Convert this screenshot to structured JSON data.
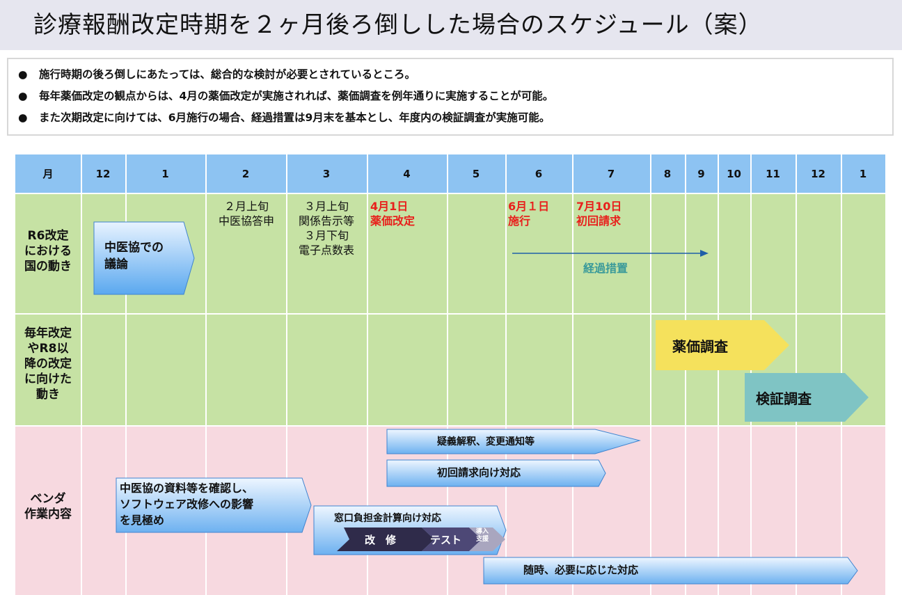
{
  "title": "診療報酬改定時期を２ヶ月後ろ倒しした場合のスケジュール（案）",
  "bullets": [
    "施行時期の後ろ倒しにあたっては、総合的な検討が必要とされているところ。",
    "毎年薬価改定の観点からは、4月の薬価改定が実施されれば、薬価調査を例年通りに実施することが可能。",
    "また次期改定に向けては、6月施行の場合、経過措置は9月末を基本とし、年度内の検証調査が実施可能。"
  ],
  "bullet_mark": "●",
  "table": {
    "header_label": "月",
    "months": [
      "12",
      "1",
      "2",
      "3",
      "4",
      "5",
      "6",
      "7",
      "8",
      "9",
      "10",
      "11",
      "12",
      "1"
    ],
    "rows": [
      "R6改定\nにおける\n国の動き",
      "毎年改定\nやR8以\n降の改定\nに向けた\n動き",
      "ベンダ\n作業内容"
    ]
  },
  "r6": {
    "feb": "２月上旬\n中医協答申",
    "mar": "３月上旬\n関係告示等\n３月下旬\n電子点数表",
    "apr": "4月1日\n薬価改定",
    "jun": "6月１日\n施行",
    "jul": "7月10日\n初回請求",
    "discussion": "中医協での\n議論",
    "transition": "経過措置"
  },
  "annual": {
    "price_survey": "薬価調査",
    "verification_survey": "検証調査"
  },
  "vendor": {
    "qa": "疑義解釈、変更通知等",
    "first_claim": "初回請求向け対応",
    "confirm": "中医協の資料等を確認し、\nソフトウェア改修への影響\nを見極め",
    "copay": "窓口負担金計算向け対応",
    "modify": "改　修",
    "test": "テスト",
    "intro": "導入\n支援",
    "as_needed": "随時、必要に応じた対応"
  },
  "colors": {
    "header_blue": "#8dc3f2",
    "row_green": "#c6e2a4",
    "row_pink": "#f7d9e0",
    "accent_red": "#e8201c",
    "arrow_blue": "#1f5fa8",
    "transition_teal": "#3a9a9a",
    "yellow": "#f5e15c",
    "teal": "#7fc4c4",
    "dark_navy": "#2f2b4a"
  }
}
